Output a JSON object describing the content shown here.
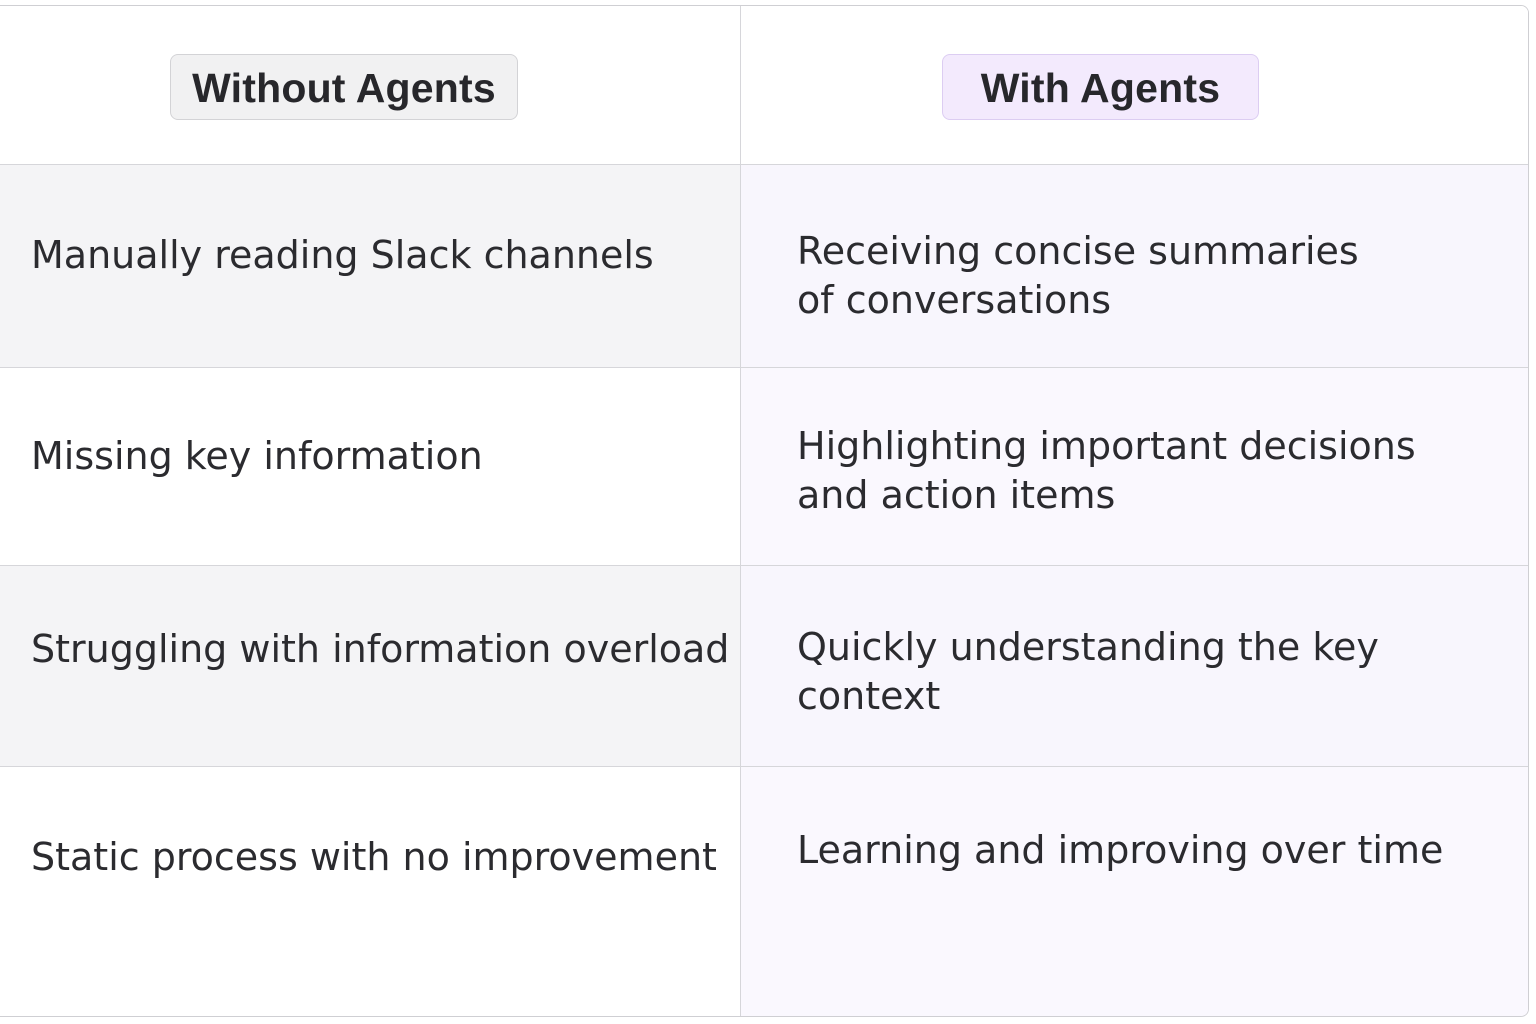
{
  "headers": {
    "without": "Without Agents",
    "with": "With Agents"
  },
  "rows": [
    {
      "without": "Manually reading Slack channels",
      "with_line1": "Receiving concise summaries",
      "with_line2": "of conversations"
    },
    {
      "without": "Missing key information",
      "with_line1": "Highlighting important decisions",
      "with_line2": "and action items"
    },
    {
      "without": "Struggling with information overload",
      "with_line1": "Quickly understanding the key",
      "with_line2": "context"
    },
    {
      "without": "Static process with no improvement",
      "with_line1": "Learning and improving over time",
      "with_line2": ""
    }
  ],
  "colors": {
    "with_accent": "#f3eafd",
    "without_accent": "#f1f1f2",
    "text": "#2b2b2f"
  }
}
